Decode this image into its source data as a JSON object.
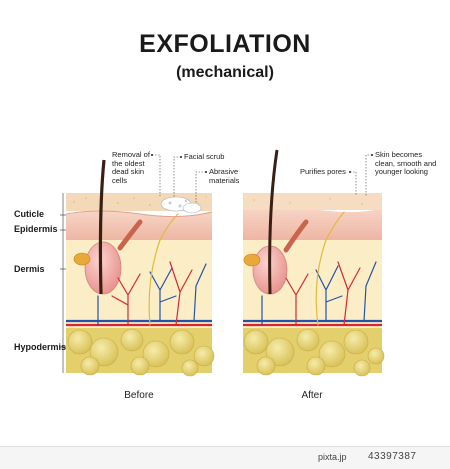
{
  "title": "EXFOLIATION",
  "subtitle": "(mechanical)",
  "layers": {
    "cuticle": "Cuticle",
    "epidermis": "Epidermis",
    "dermis": "Dermis",
    "hypodermis": "Hypodermis"
  },
  "before": {
    "caption": "Before",
    "callouts": {
      "removal": "Removal of the oldest dead skin cells",
      "scrub": "Facial scrub",
      "abrasive": "Abrasive materials"
    }
  },
  "after": {
    "caption": "After",
    "callouts": {
      "pores": "Purifies pores",
      "result": "Skin becomes clean, smooth and younger looking"
    }
  },
  "footer": {
    "brand": "pixta.jp",
    "id": "43397387"
  },
  "colors": {
    "cuticle": "#f3d9b8",
    "epidermis": "#f2c4b4",
    "dermis": "#fbeec7",
    "hypodermis": "#e3cf6c",
    "artery": "#d7282f",
    "vein": "#2452a6",
    "nerve": "#e2b93f",
    "hair": "#3a1f12"
  }
}
